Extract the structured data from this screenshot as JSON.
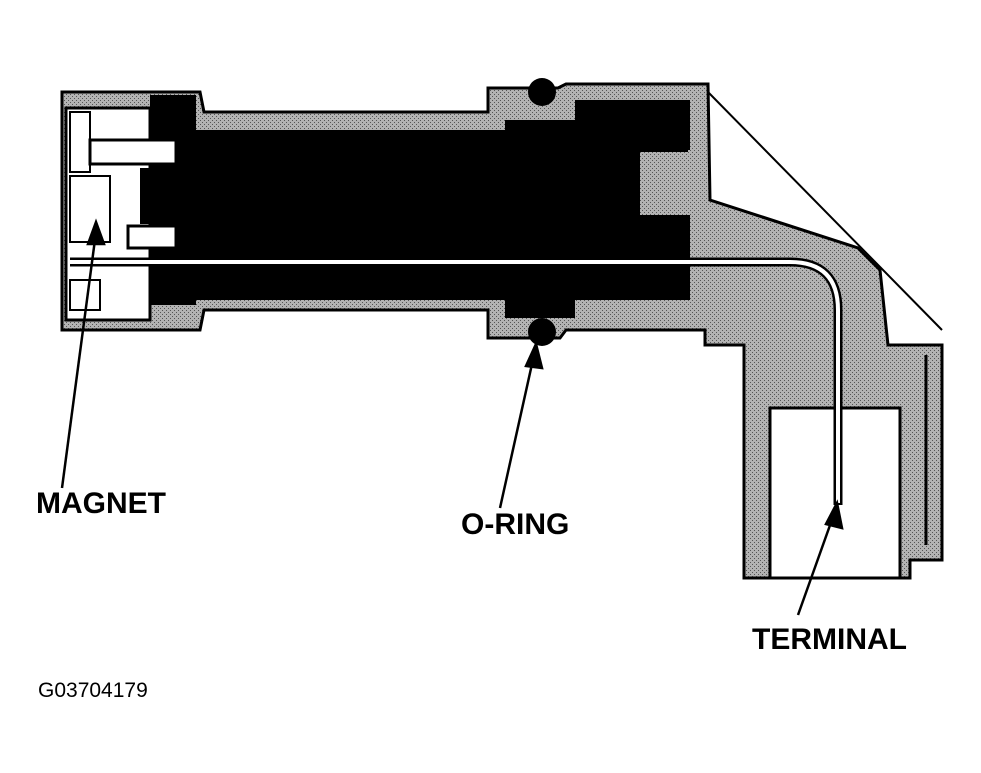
{
  "labels": {
    "magnet": "MAGNET",
    "oring": "O-RING",
    "terminal": "TERMINAL"
  },
  "figure_id": "G03704179",
  "colors": {
    "ink": "#000000",
    "housing_fill": "#a6a6a6",
    "core_fill": "#000000",
    "background": "#ffffff"
  },
  "icons": {
    "callout_arrow": "arrowhead"
  }
}
